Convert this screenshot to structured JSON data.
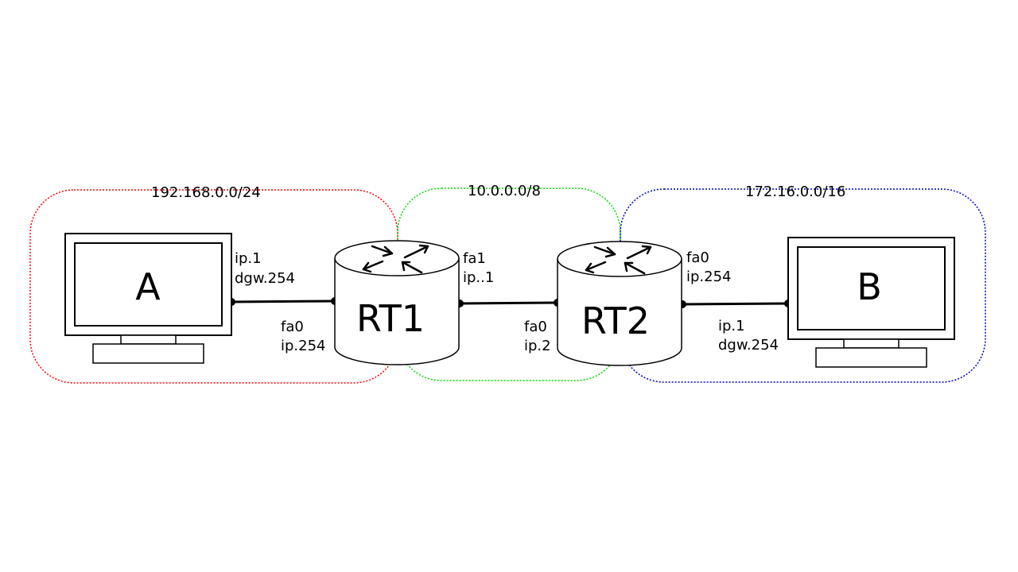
{
  "zones": {
    "left": {
      "label": "192.168.0.0/24",
      "color": "#ff0000"
    },
    "middle": {
      "label": "10.0.0.0/8",
      "color": "#00dd00"
    },
    "right": {
      "label": "172.16.0.0/16",
      "color": "#0000cc"
    }
  },
  "hosts": {
    "a": {
      "name": "A",
      "ip": "ip.1",
      "gateway": "dgw.254"
    },
    "b": {
      "name": "B",
      "ip": "ip.1",
      "gateway": "dgw.254"
    }
  },
  "routers": {
    "rt1": {
      "name": "RT1",
      "fa0": {
        "iface": "fa0",
        "ip": "ip.254"
      },
      "fa1": {
        "iface": "fa1",
        "ip": "ip..1"
      }
    },
    "rt2": {
      "name": "RT2",
      "fa0_left": {
        "iface": "fa0",
        "ip": "ip.2"
      },
      "fa0_right": {
        "iface": "fa0",
        "ip": "ip.254"
      }
    }
  }
}
